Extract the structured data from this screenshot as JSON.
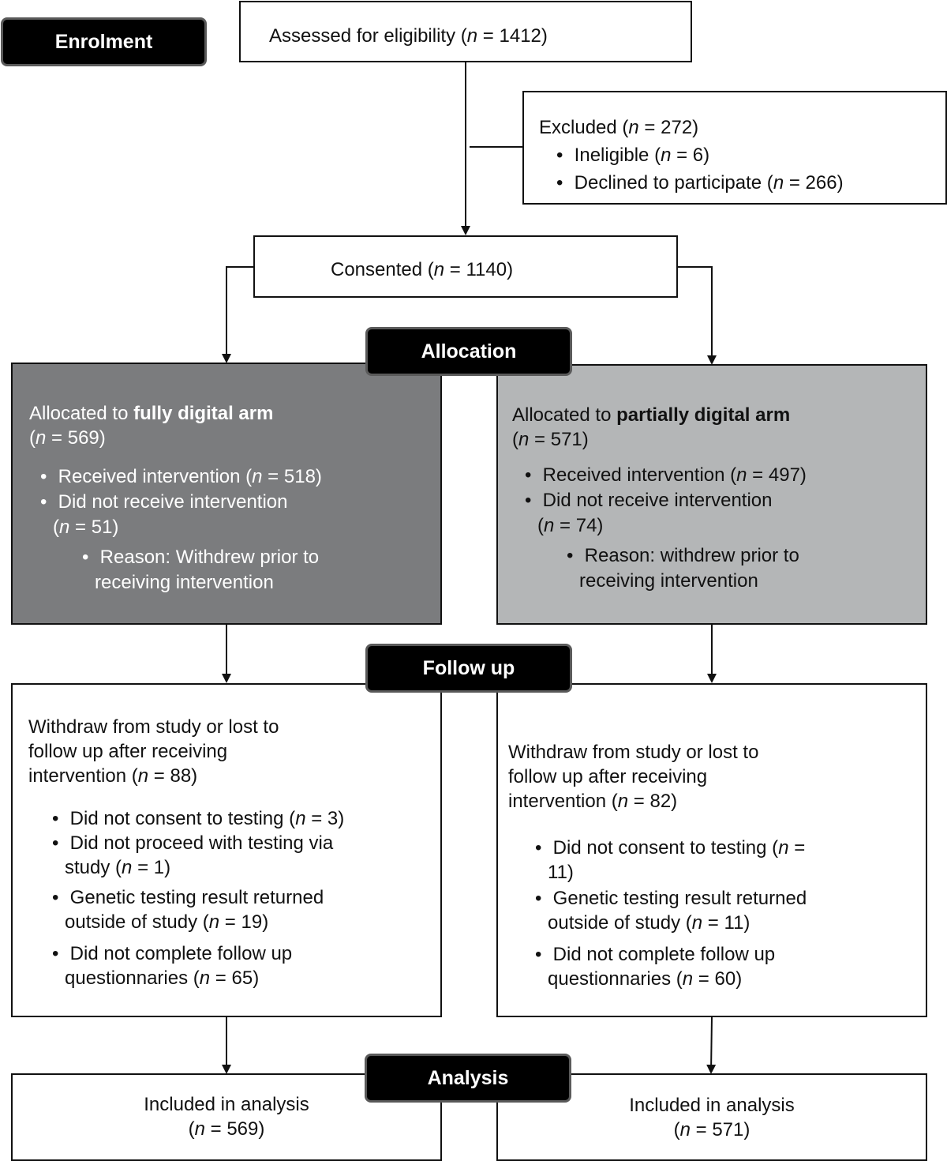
{
  "labels": {
    "enrolment": "Enrolment",
    "allocation": "Allocation",
    "follow_up": "Follow up",
    "analysis": "Analysis"
  },
  "nsym": "n",
  "eq": " = ",
  "assessed": {
    "text": "Assessed for eligibility",
    "n": "1412"
  },
  "excluded": {
    "text": "Excluded",
    "n": "272",
    "items": [
      {
        "text": "Ineligible",
        "n": "6"
      },
      {
        "text": "Declined to participate",
        "n": "266"
      }
    ]
  },
  "consented": {
    "text": "Consented",
    "n": "1140"
  },
  "fully_digital": {
    "prefix": "Allocated to",
    "arm": "fully digital arm",
    "n": "569",
    "received": {
      "text": "Received intervention",
      "n": "518"
    },
    "not_received": {
      "text": "Did not receive intervention",
      "n": "51"
    },
    "reason": "Reason: Withdrew prior to receiving intervention"
  },
  "partially_digital": {
    "prefix": "Allocated to",
    "arm": "partially digital arm",
    "n": "571",
    "received": {
      "text": "Received intervention",
      "n": "497"
    },
    "not_received": {
      "text": "Did not receive intervention",
      "n": "74"
    },
    "reason": "Reason: withdrew prior to receiving intervention"
  },
  "followup_left": {
    "text": "Withdraw from study or lost to follow up after receiving intervention",
    "n": "88",
    "items": [
      {
        "text": "Did not consent to testing",
        "n": "3"
      },
      {
        "text": "Did not proceed with testing via study",
        "n": "1"
      },
      {
        "text": "Genetic testing result returned outside of study",
        "n": "19"
      },
      {
        "text": "Did not complete follow up questionnaries",
        "n": "65"
      }
    ]
  },
  "followup_right": {
    "text": "Withdraw from study or lost to follow up after receiving intervention",
    "n": "82",
    "items": [
      {
        "text": "Did not consent to testing",
        "n": "11"
      },
      {
        "text": "Genetic testing result returned outside of study",
        "n": "11"
      },
      {
        "text": "Did not complete follow up questionnaries",
        "n": "60"
      }
    ]
  },
  "analysis_left": {
    "text": "Included in analysis",
    "n": "569"
  },
  "analysis_right": {
    "text": "Included in analysis",
    "n": "571"
  }
}
